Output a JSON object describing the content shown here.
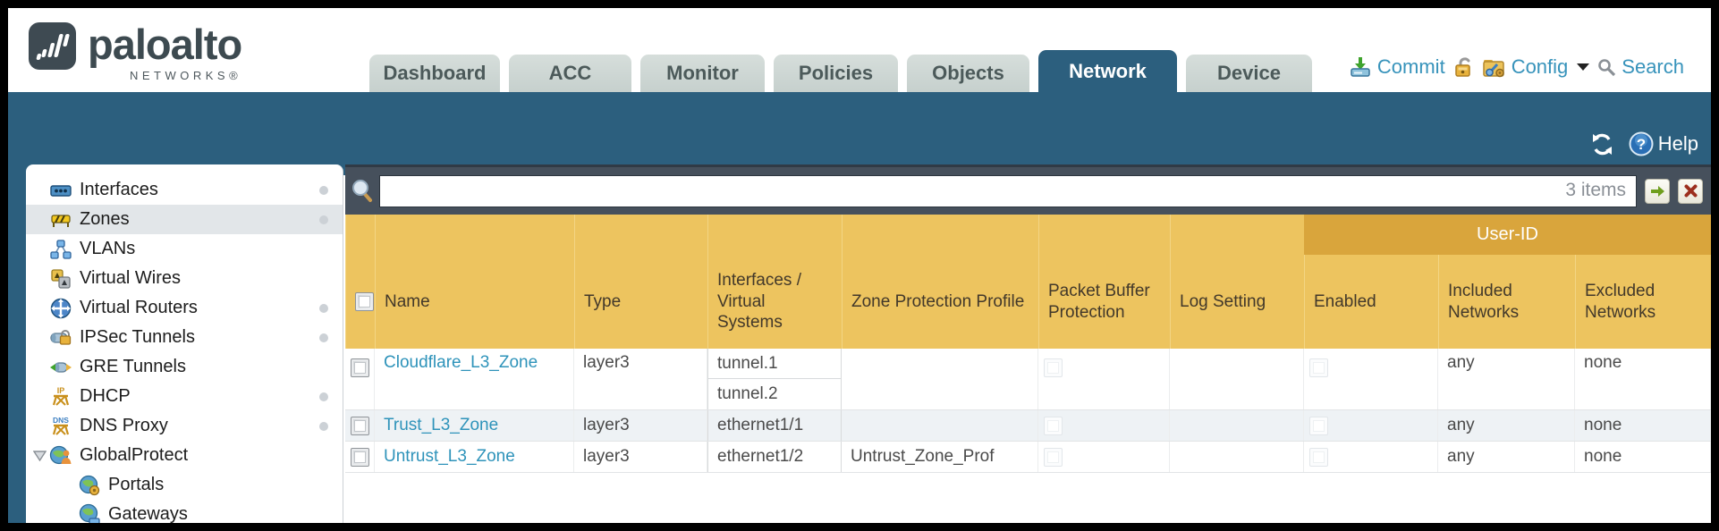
{
  "colors": {
    "teal_banner": "#2c5f7e",
    "table_header_amber": "#edc45f",
    "user_id_band_amber": "#d9a53c",
    "filter_bar_slate": "#46505c",
    "link_blue": "#2e93ba",
    "tab_inactive": "#cdd6d3"
  },
  "header": {
    "brand": "paloalto",
    "brand_sub": "NETWORKS®",
    "tabs": [
      "Dashboard",
      "ACC",
      "Monitor",
      "Policies",
      "Objects",
      "Network",
      "Device"
    ],
    "active_tab": "Network",
    "actions": {
      "commit": "Commit",
      "config": "Config",
      "search": "Search"
    }
  },
  "banner": {
    "help": "Help"
  },
  "sidebar": {
    "items": [
      {
        "label": "Interfaces",
        "dot": true
      },
      {
        "label": "Zones",
        "dot": true,
        "selected": true
      },
      {
        "label": "VLANs",
        "dot": false
      },
      {
        "label": "Virtual Wires",
        "dot": false
      },
      {
        "label": "Virtual Routers",
        "dot": true
      },
      {
        "label": "IPSec Tunnels",
        "dot": true
      },
      {
        "label": "GRE Tunnels",
        "dot": false
      },
      {
        "label": "DHCP",
        "dot": true
      },
      {
        "label": "DNS Proxy",
        "dot": true
      },
      {
        "label": "GlobalProtect",
        "dot": false,
        "expanded": true
      },
      {
        "label": "Portals",
        "dot": false,
        "child": true
      },
      {
        "label": "Gateways",
        "dot": false,
        "child": true
      }
    ]
  },
  "filterbar": {
    "input_value": "",
    "items_count": "3 items"
  },
  "table": {
    "group_header": "User-ID",
    "columns": [
      "Name",
      "Type",
      "Interfaces / Virtual Systems",
      "Zone Protection Profile",
      "Packet Buffer Protection",
      "Log Setting",
      "Enabled",
      "Included Networks",
      "Excluded Networks"
    ],
    "rows": [
      {
        "name": "Cloudflare_L3_Zone",
        "type": "layer3",
        "interfaces": [
          "tunnel.1",
          "tunnel.2"
        ],
        "zone_protection_profile": "",
        "log_setting": "",
        "included_networks": "any",
        "excluded_networks": "none"
      },
      {
        "name": "Trust_L3_Zone",
        "type": "layer3",
        "interfaces": [
          "ethernet1/1"
        ],
        "zone_protection_profile": "",
        "log_setting": "",
        "included_networks": "any",
        "excluded_networks": "none"
      },
      {
        "name": "Untrust_L3_Zone",
        "type": "layer3",
        "interfaces": [
          "ethernet1/2"
        ],
        "zone_protection_profile": "Untrust_Zone_Prof",
        "log_setting": "",
        "included_networks": "any",
        "excluded_networks": "none"
      }
    ]
  }
}
